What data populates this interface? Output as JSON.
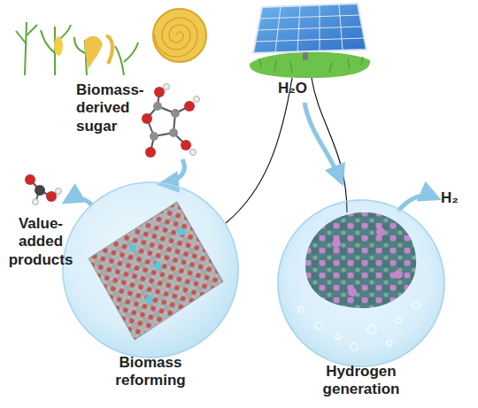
{
  "diagram": {
    "nodes": [
      {
        "text": [
          "Biomass reforming"
        ]
      },
      {
        "text": [
          "Hydrogen generation"
        ]
      }
    ],
    "labels": [
      "Biomass-derived sugar",
      "Value-added products",
      "H₂O",
      "H₂"
    ]
  }
}
